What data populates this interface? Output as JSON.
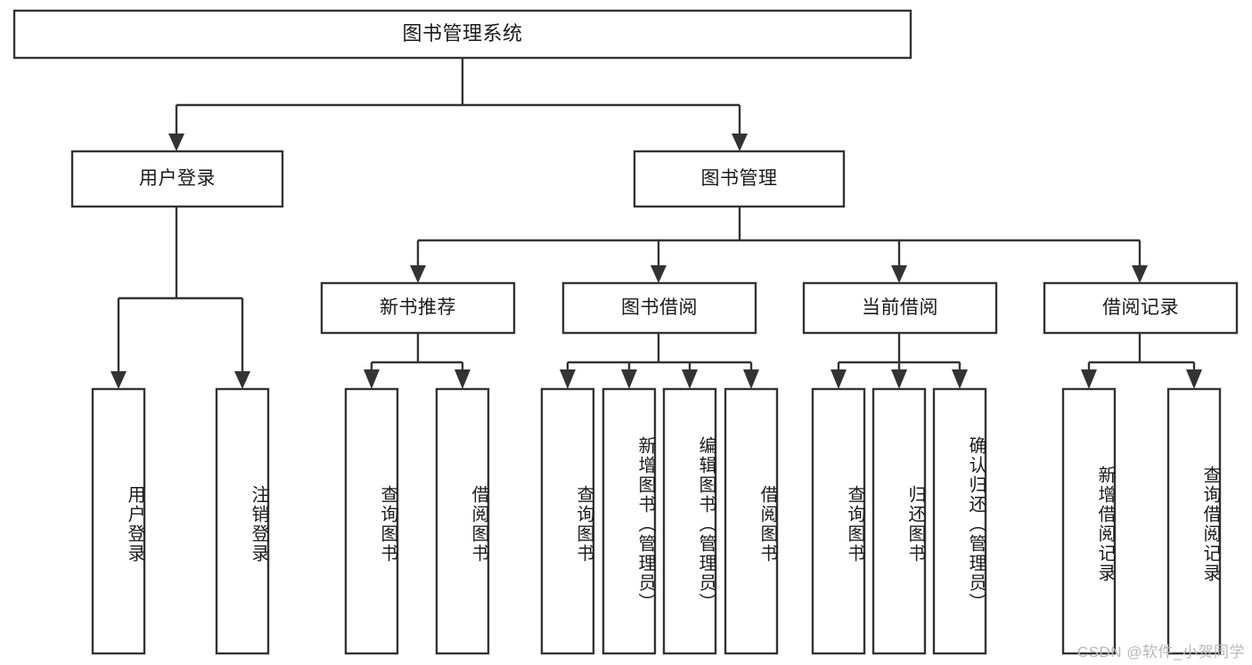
{
  "diagram": {
    "title": "图书管理系统",
    "watermark": "CSDN @软件_小贺同学",
    "type": "hierarchy-tree",
    "colors": {
      "stroke": "#333333",
      "fill": "#ffffff",
      "text": "#1a1a1a",
      "watermark": "#b8b8b8"
    },
    "nodes": {
      "root": {
        "label": "图书管理系统",
        "level": 1
      },
      "tier2": [
        {
          "label": "用户登录",
          "level": 2
        },
        {
          "label": "图书管理",
          "level": 2
        }
      ],
      "tier3": [
        {
          "label": "新书推荐",
          "level": 3
        },
        {
          "label": "图书借阅",
          "level": 3
        },
        {
          "label": "当前借阅",
          "level": 3
        },
        {
          "label": "借阅记录",
          "level": 3
        }
      ],
      "leaves_user_login": [
        {
          "label": "用户登录",
          "level": 3
        },
        {
          "label": "注销登录",
          "level": 3
        }
      ],
      "leaves_new_book": [
        {
          "label": "查询图书",
          "level": 4
        },
        {
          "label": "借阅图书",
          "level": 4
        }
      ],
      "leaves_borrow": [
        {
          "label": "查询图书",
          "level": 4
        },
        {
          "label": "新增图书（管理员）",
          "level": 4
        },
        {
          "label": "编辑图书（管理员）",
          "level": 4
        },
        {
          "label": "借阅图书",
          "level": 4
        }
      ],
      "leaves_current": [
        {
          "label": "查询图书",
          "level": 4
        },
        {
          "label": "归还图书",
          "level": 4
        },
        {
          "label": "确认归还（管理员）",
          "level": 4
        }
      ],
      "leaves_records": [
        {
          "label": "新增借阅记录",
          "level": 4
        },
        {
          "label": "查询借阅记录",
          "level": 4
        }
      ]
    }
  }
}
